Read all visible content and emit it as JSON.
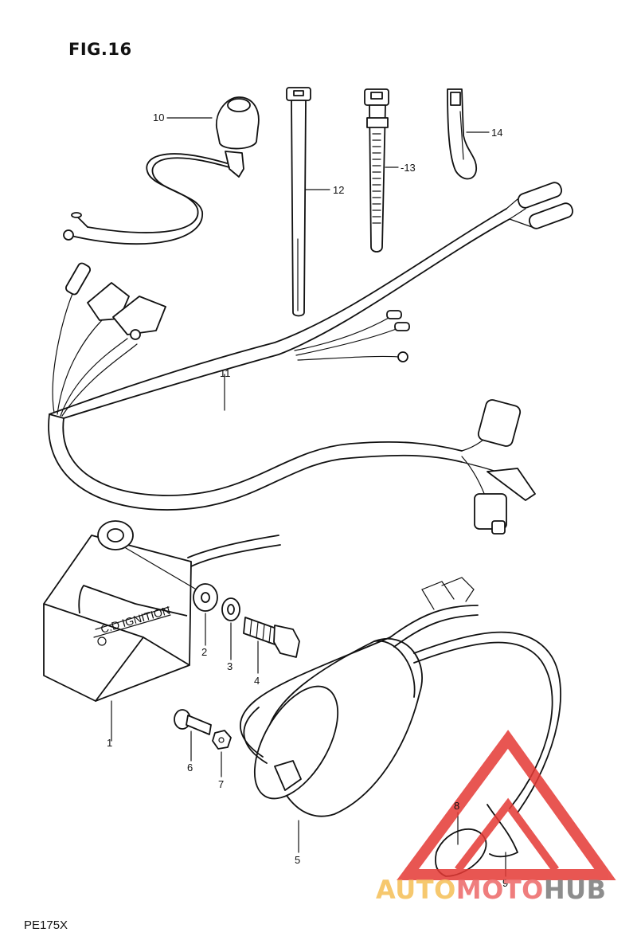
{
  "figure": {
    "title": "FIG.16",
    "model": "PE175X",
    "module_label": "C.D IGNITION"
  },
  "callouts": [
    {
      "id": "1",
      "label": "1"
    },
    {
      "id": "2",
      "label": "2"
    },
    {
      "id": "3",
      "label": "3"
    },
    {
      "id": "4",
      "label": "4"
    },
    {
      "id": "5",
      "label": "5"
    },
    {
      "id": "6",
      "label": "6"
    },
    {
      "id": "7",
      "label": "7"
    },
    {
      "id": "8",
      "label": "8"
    },
    {
      "id": "9",
      "label": "9"
    },
    {
      "id": "10",
      "label": "10"
    },
    {
      "id": "11",
      "label": "11"
    },
    {
      "id": "12",
      "label": "12"
    },
    {
      "id": "13",
      "label": "-13"
    },
    {
      "id": "14",
      "label": "14"
    }
  ],
  "watermark": {
    "part1": "AUTO",
    "part2": "MOTO",
    "part3": "HUB",
    "colors": {
      "triangle": "#e53935",
      "auto": "#f6c86e",
      "moto": "#ef7d7d",
      "hub": "#8d8d8d"
    }
  }
}
